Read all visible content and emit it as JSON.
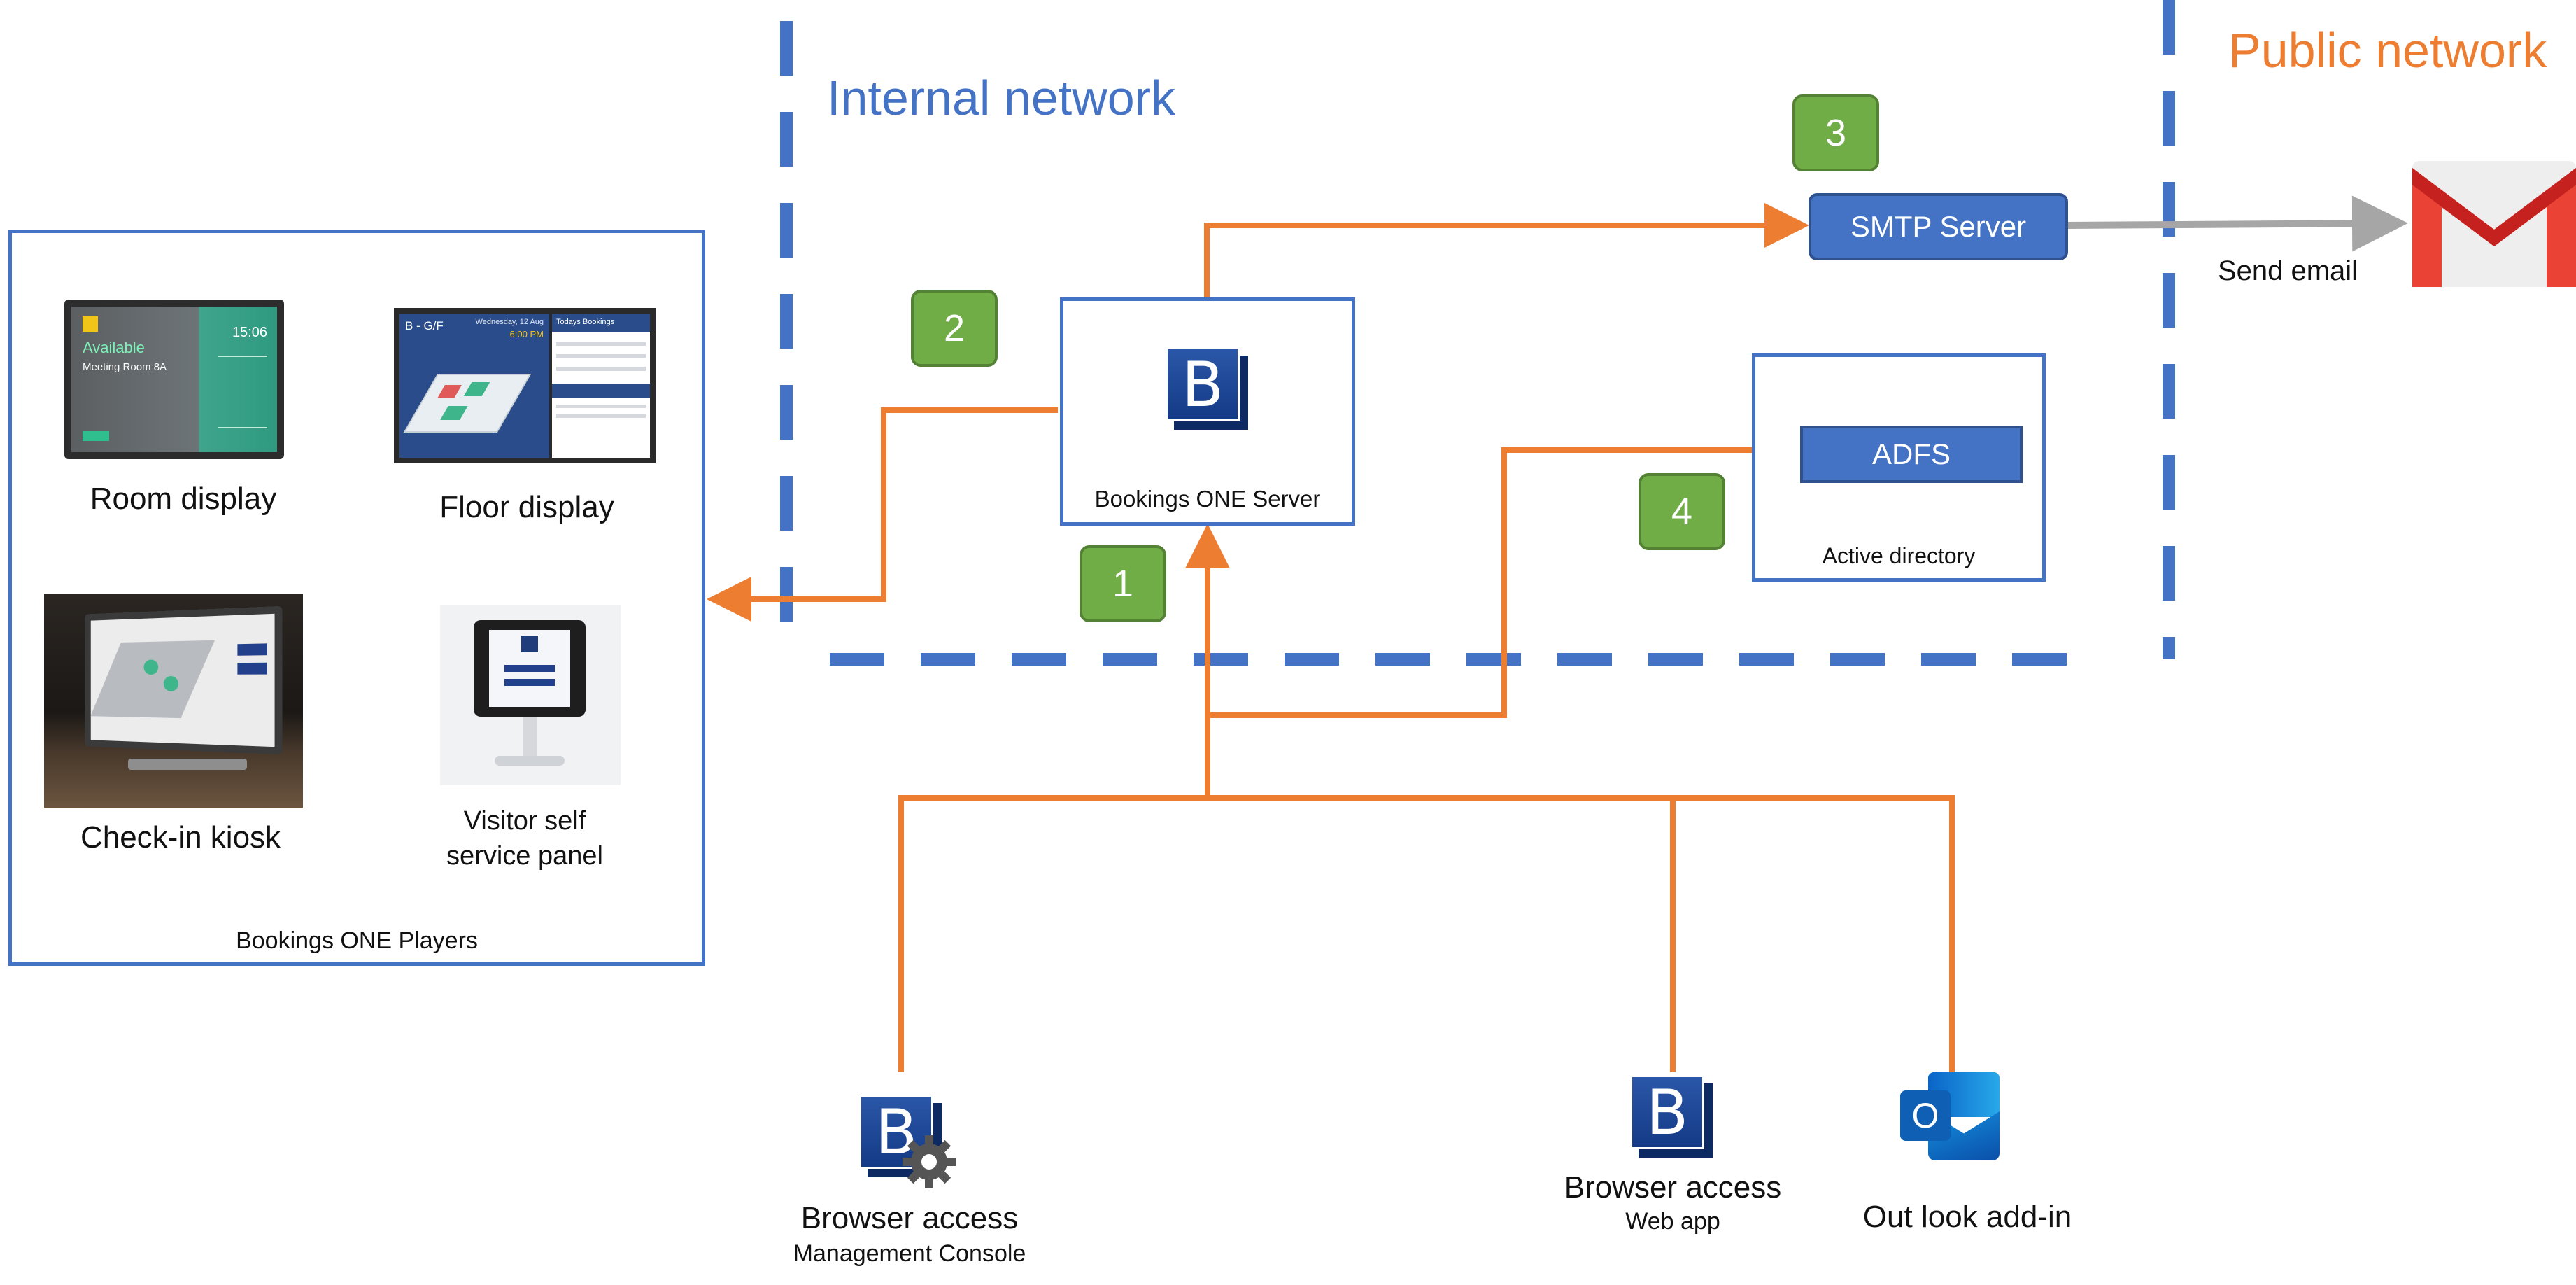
{
  "zones": {
    "internal": {
      "label": "Internal network",
      "color": "#4472c4"
    },
    "public": {
      "label": "Public network",
      "color": "#ed7d31"
    }
  },
  "players_box": {
    "caption": "Bookings ONE Players",
    "devices": {
      "room_display": {
        "label": "Room display",
        "screen_status": "Available",
        "screen_time": "15:06",
        "screen_room": "Meeting Room 8A"
      },
      "floor_display": {
        "label": "Floor display",
        "screen_header": "B - G/F",
        "screen_date": "Wednesday, 12 Aug",
        "screen_time": "6:00 PM",
        "screen_panel": "Todays Bookings"
      },
      "checkin_kiosk": {
        "label": "Check-in kiosk"
      },
      "visitor_panel": {
        "label_line1": "Visitor self",
        "label_line2": "service panel"
      }
    }
  },
  "server": {
    "label": "Bookings ONE Server",
    "logo_letter": "B"
  },
  "smtp": {
    "label": "SMTP Server"
  },
  "active_directory": {
    "label": "Active directory",
    "adfs_label": "ADFS"
  },
  "email": {
    "label": "Send email"
  },
  "badges": [
    "1",
    "2",
    "3",
    "4"
  ],
  "clients": {
    "management_console": {
      "title": "Browser access",
      "subtitle": "Management Console",
      "logo_letter": "B"
    },
    "web_app": {
      "title": "Browser access",
      "subtitle": "Web app",
      "logo_letter": "B"
    },
    "outlook": {
      "title": "Out look add-in",
      "logo_letter": "O"
    }
  },
  "colors": {
    "connector": "#ed7d31",
    "email_arrow": "#a6a6a6",
    "badge_fill": "#70ad47",
    "box_border": "#4472c4",
    "logo_navy": "#1f3d7a"
  }
}
